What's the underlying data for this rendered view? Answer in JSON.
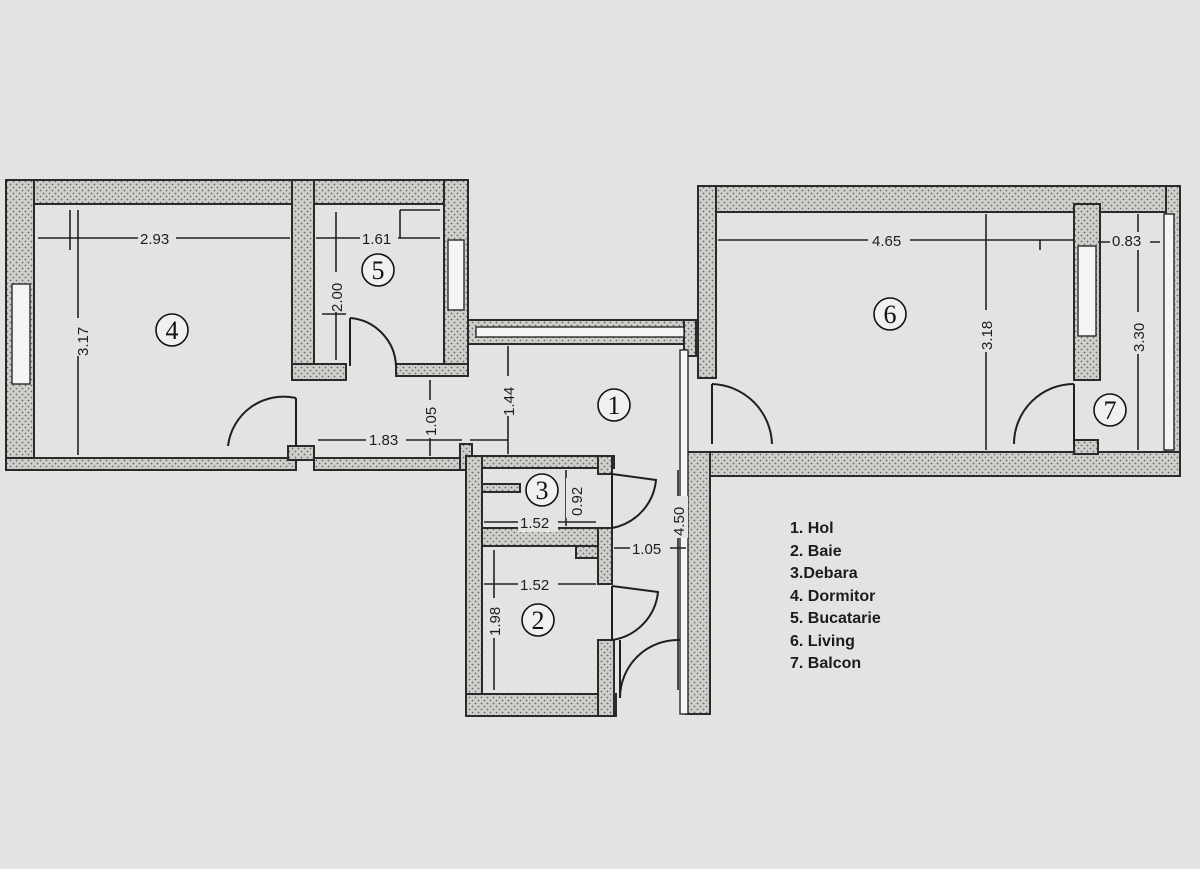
{
  "rooms": [
    {
      "num": "1",
      "name": "Hol"
    },
    {
      "num": "2",
      "name": "Baie"
    },
    {
      "num": "3",
      "name": "Debara"
    },
    {
      "num": "4",
      "name": "Dormitor"
    },
    {
      "num": "5",
      "name": "Bucatarie"
    },
    {
      "num": "6",
      "name": "Living"
    },
    {
      "num": "7",
      "name": "Balcon"
    }
  ],
  "legend": [
    "1. Hol",
    "2. Baie",
    "3.Debara",
    "4. Dormitor",
    "5. Bucatarie",
    "6. Living",
    "7. Balcon"
  ],
  "dimensions": {
    "dormitor_width": "2.93",
    "dormitor_height": "3.17",
    "bucatarie_width": "1.61",
    "bucatarie_height": "2.00",
    "passage_width": "1.83",
    "passage_height": "1.05",
    "hol_height": "1.44",
    "debara_width": "1.52",
    "debara_height": "0.92",
    "baie_width": "1.52",
    "baie_height": "1.98",
    "hol_width": "1.05",
    "hol_length": "4.50",
    "living_width": "4.65",
    "living_height": "3.18",
    "balcon_width": "0.83",
    "balcon_height": "3.30"
  }
}
